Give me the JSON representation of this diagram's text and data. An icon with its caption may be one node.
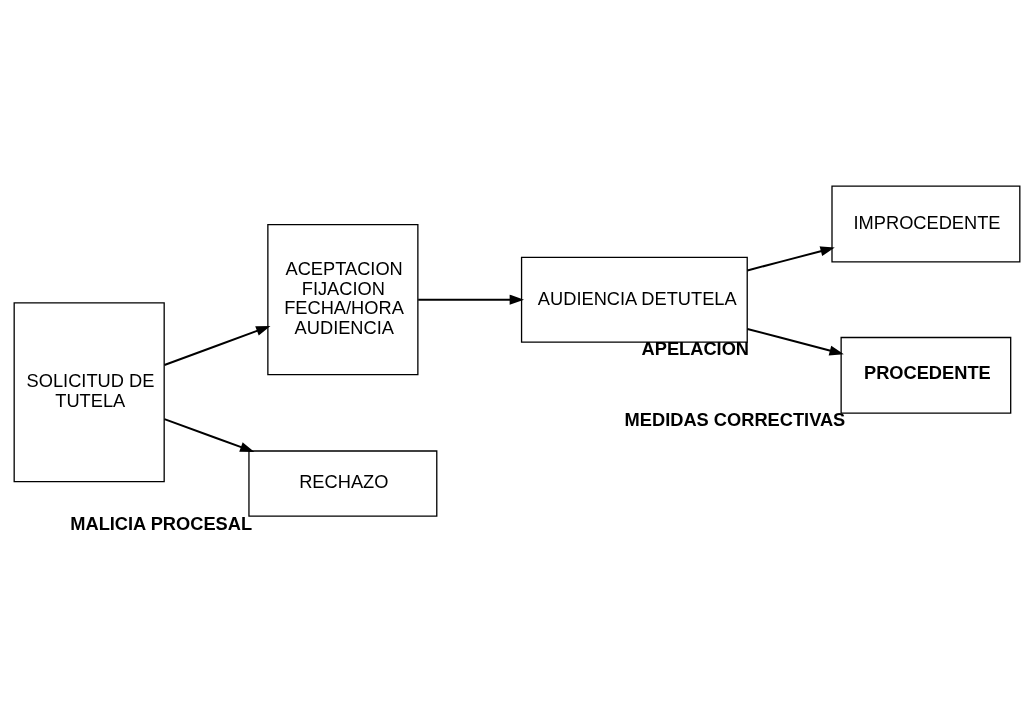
{
  "diagram": {
    "nodes": [
      {
        "text": [
          "SOLICITUD DE TUTELA"
        ]
      },
      {
        "text": [
          "ACEPTACION FIJACION FECHA/HORA AUDIENCIA"
        ]
      },
      {
        "text": [
          "AUDIENCIA DETUTELA"
        ],
        "beside": [
          "APELACION"
        ]
      },
      {
        "text": [
          "IMPROCEDENTE"
        ]
      },
      {
        "text": [
          "PROCEDENTE"
        ],
        "beside": [
          "MEDIDAS CORRECTIVAS"
        ]
      },
      {
        "text": [
          "RECHAZO"
        ],
        "beside": [
          "MALICIA PROCESAL"
        ]
      }
    ],
    "edges": [
      {
        "from": 0,
        "to": 1,
        "arrow": "to"
      },
      {
        "from": 1,
        "to": 2,
        "arrow": "to"
      },
      {
        "from": 2,
        "to": 3,
        "arrow": "to"
      },
      {
        "from": 2,
        "to": 4,
        "arrow": "to"
      },
      {
        "from": 0,
        "to": 5,
        "arrow": "to"
      }
    ]
  }
}
